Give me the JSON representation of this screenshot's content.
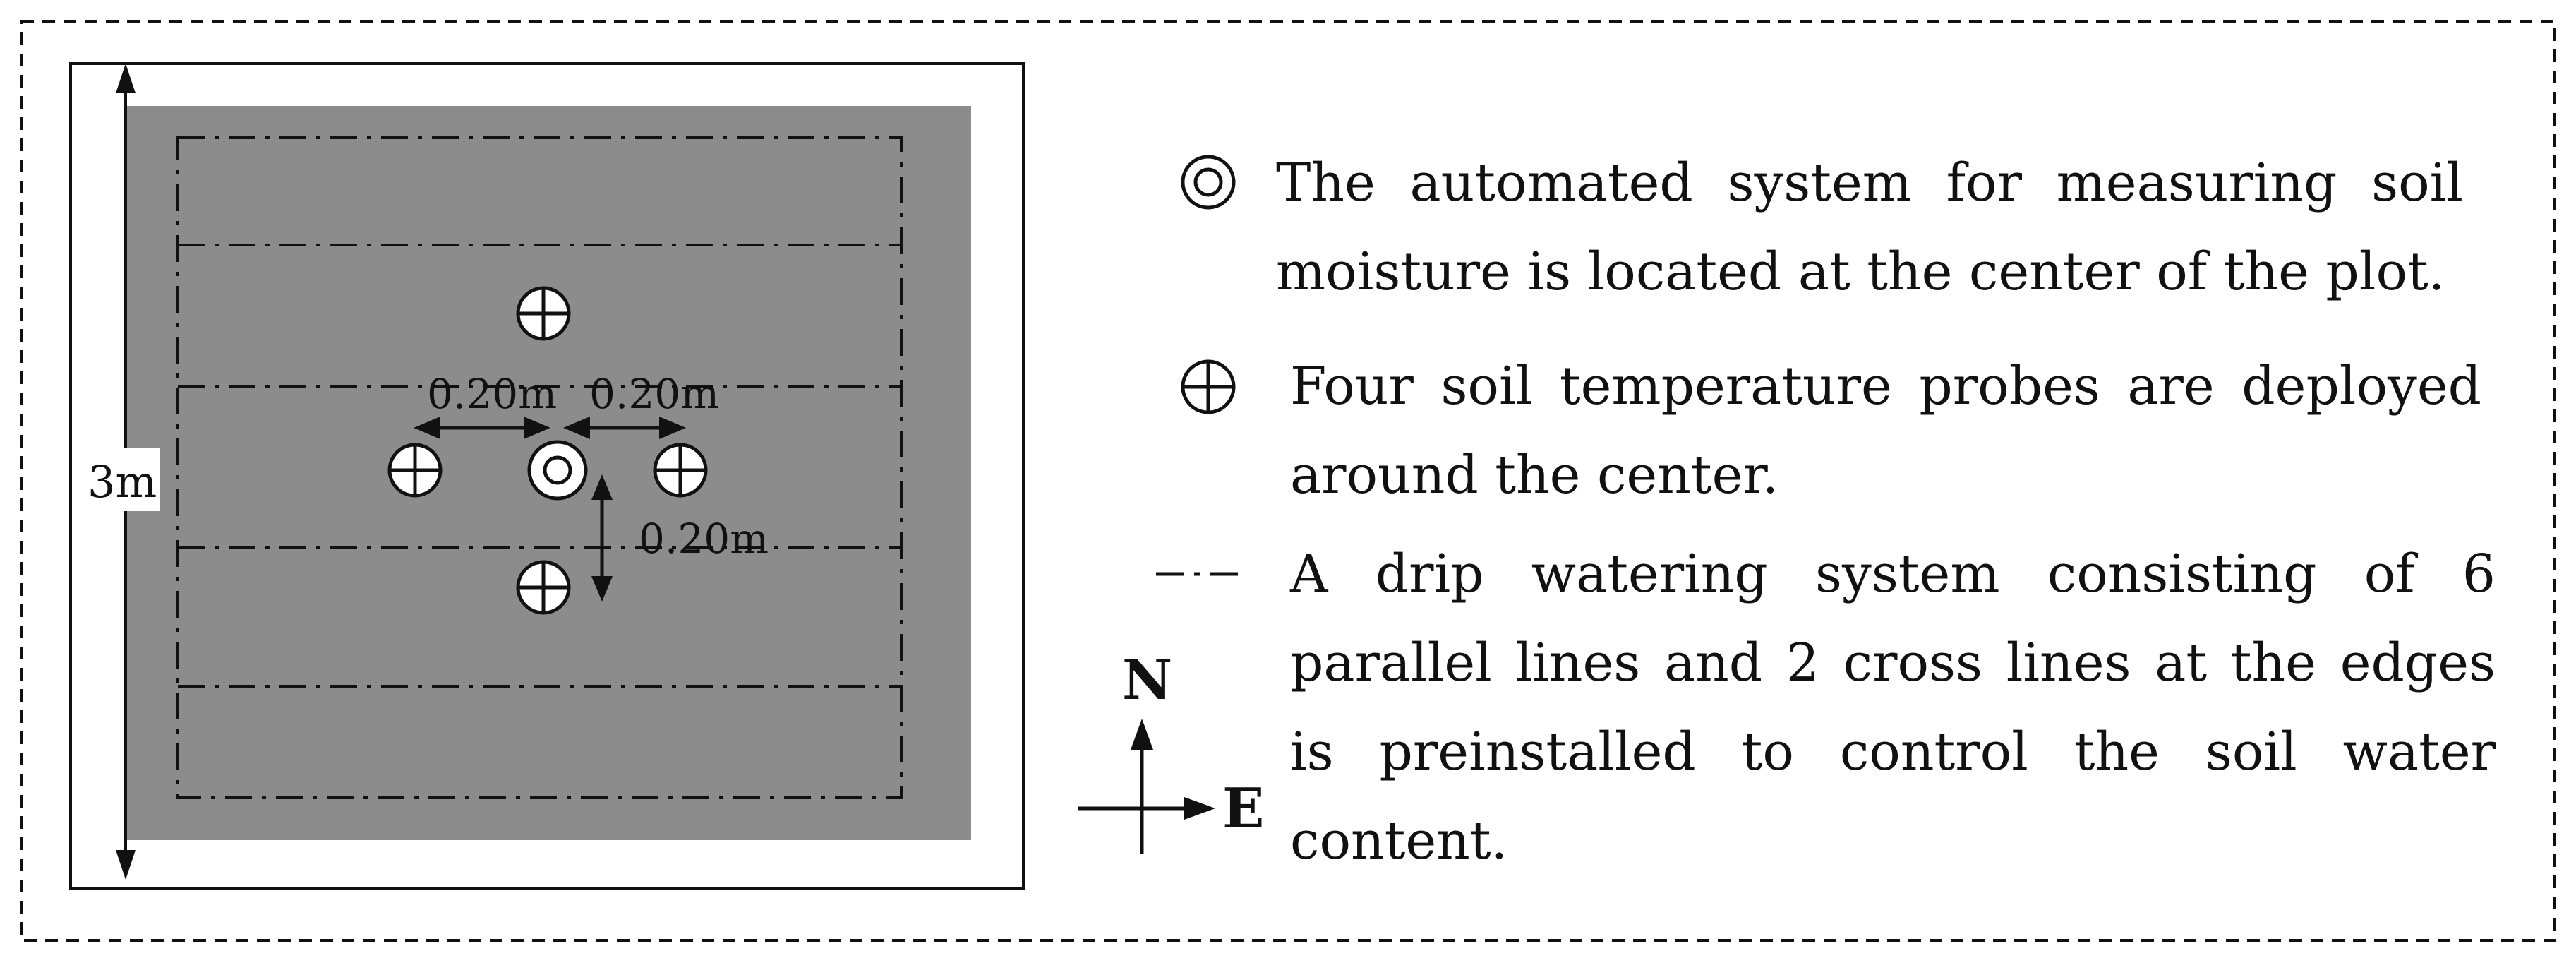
{
  "diagram": {
    "plot_size_label": "3m",
    "spacing_labels": [
      "0.20m",
      "0.20m",
      "0.20m"
    ],
    "compass": {
      "north": "N",
      "east": "E"
    },
    "legend": [
      {
        "symbol": "double-circle-icon",
        "text": "The automated system for measuring soil moisture is located at the center of the plot."
      },
      {
        "symbol": "circle-plus-icon",
        "text": "Four soil temperature probes are deployed around the center."
      },
      {
        "symbol": "dash-dot-line-icon",
        "text": "A drip watering system consisting of 6 parallel lines and 2 cross lines at the edges is preinstalled to control the soil water content."
      }
    ],
    "colors": {
      "plot_fill": "#8c8c8c",
      "line": "#111111",
      "marker_fill": "#ffffff"
    }
  }
}
